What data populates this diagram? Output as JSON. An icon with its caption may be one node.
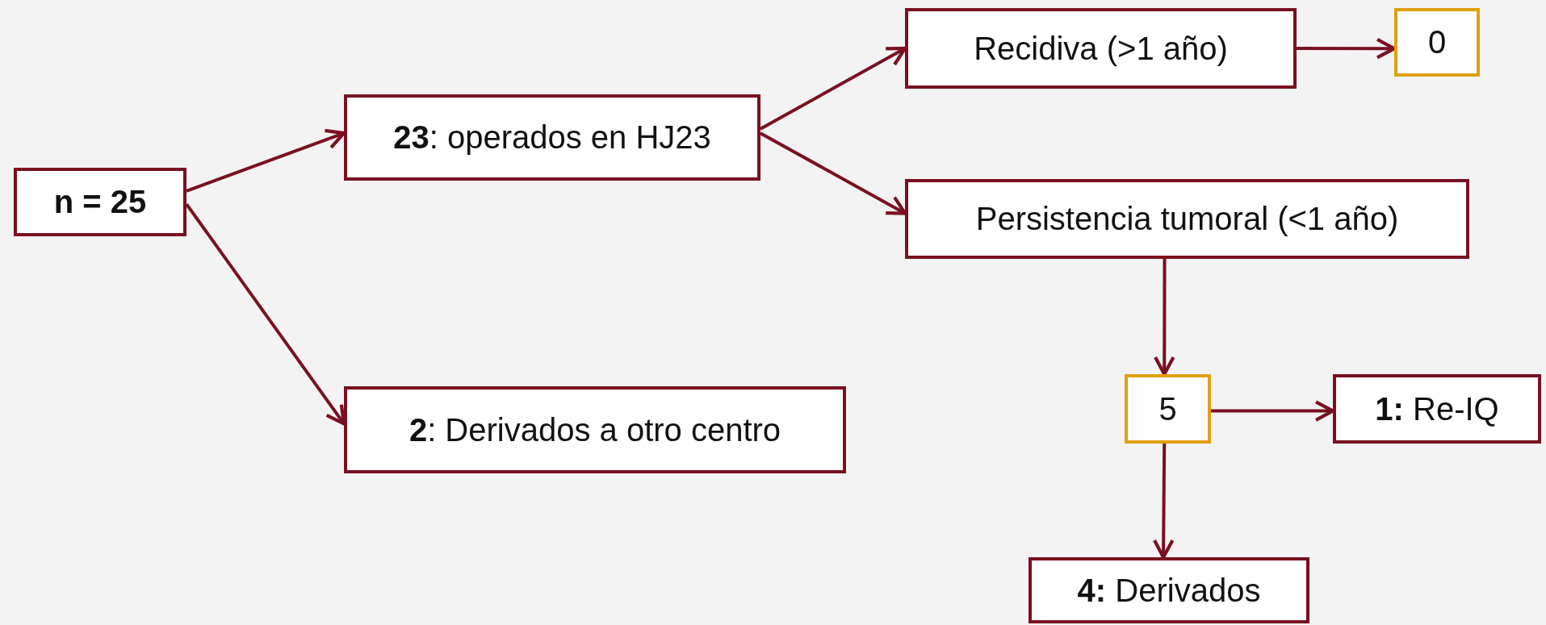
{
  "diagram": {
    "nodes": [
      {
        "text": [
          "n = 25"
        ]
      },
      {
        "text": [
          "**23**: operados en HJ23"
        ]
      },
      {
        "text": [
          "**2**: Derivados a otro centro"
        ]
      },
      {
        "text": [
          "Recidiva (>1 año)"
        ]
      },
      {
        "text": [
          "0"
        ]
      },
      {
        "text": [
          "Persistencia tumoral (<1 año)"
        ]
      },
      {
        "text": [
          "5"
        ]
      },
      {
        "text": [
          "**1:** Re-IQ"
        ]
      },
      {
        "text": [
          "**4:** Derivados"
        ]
      }
    ],
    "edges": [
      {
        "from": 0,
        "to": 1,
        "arrow": "to"
      },
      {
        "from": 0,
        "to": 2,
        "arrow": "to"
      },
      {
        "from": 1,
        "to": 3,
        "arrow": "to"
      },
      {
        "from": 1,
        "to": 5,
        "arrow": "to"
      },
      {
        "from": 3,
        "to": 4,
        "arrow": "to"
      },
      {
        "from": 5,
        "to": 6,
        "arrow": "to"
      },
      {
        "from": 6,
        "to": 7,
        "arrow": "to"
      },
      {
        "from": 6,
        "to": 8,
        "arrow": "to"
      }
    ]
  }
}
